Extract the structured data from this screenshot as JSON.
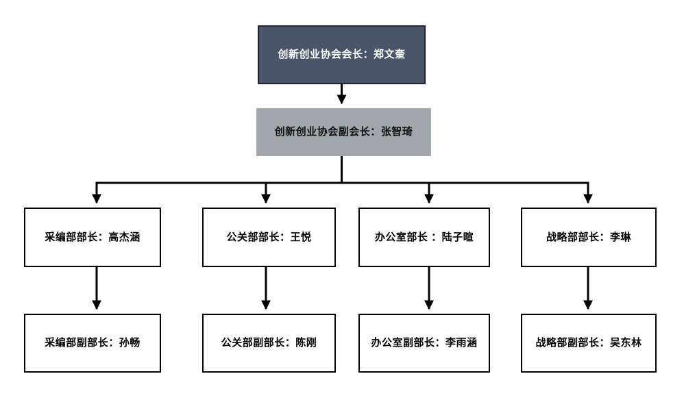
{
  "org_chart": {
    "title": "",
    "president": {
      "label": "创新创业协会会长：郑文奎"
    },
    "vice_president": {
      "label": "创新创业协会副会长：张智琦"
    },
    "departments": [
      {
        "head": "采编部部长：高杰涵",
        "deputy": "采编部副部长：孙畅"
      },
      {
        "head": "公关部部长：王悦",
        "deputy": "公关部副部长：陈刚"
      },
      {
        "head": "办公室部长 ：陆子暄",
        "deputy": "办公室副部长：李雨涵"
      },
      {
        "head": "战略部部长：李琳",
        "deputy": "战略部副部长：吴东林"
      }
    ],
    "colors": {
      "president_bg": "#4B5569",
      "vice_bg": "#A2A6AD",
      "line": "#000000",
      "box_bg": "#FFFFFF"
    }
  }
}
